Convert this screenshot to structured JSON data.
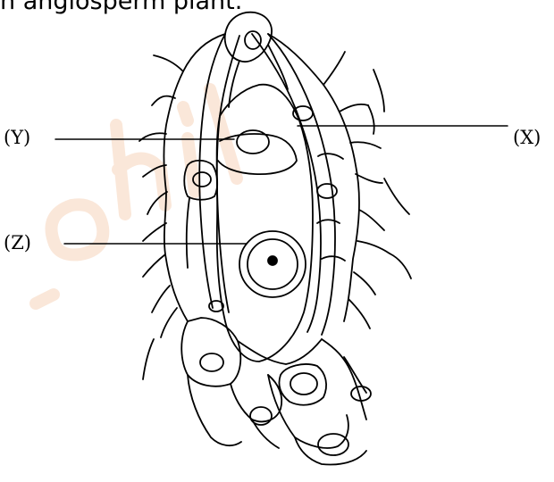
{
  "header": {
    "partial_text": "n angiosperm plant."
  },
  "labels": {
    "y": "(Y)",
    "x": "(X)",
    "z": "(Z)"
  },
  "colors": {
    "line": "#000000",
    "background": "#ffffff",
    "watermark": "#f6c9a8"
  }
}
